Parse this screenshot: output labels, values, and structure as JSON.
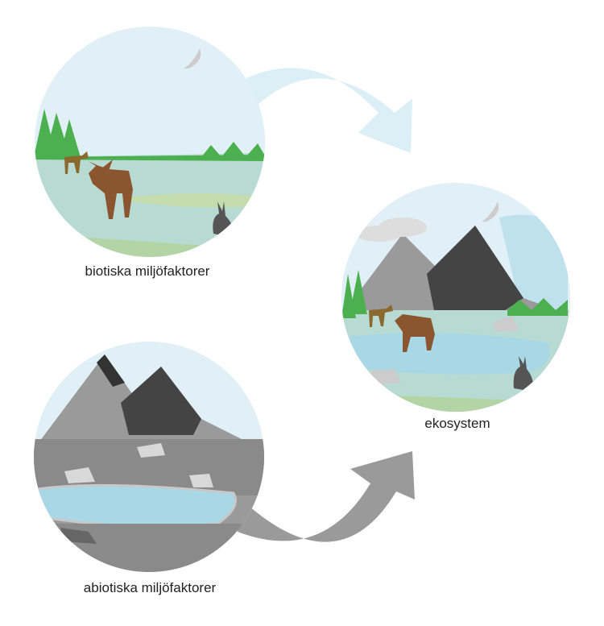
{
  "labels": {
    "biotic": "biotiska miljöfaktorer",
    "abiotic": "abiotiska miljöfaktorer",
    "ecosystem": "ekosystem"
  },
  "colors": {
    "sky": "#e0f0f6",
    "meadow": "#b7dbd2",
    "grass": "#4caf50",
    "moose": "#8b5530",
    "mountain": "#9a9a9a",
    "water": "#a8d8e6",
    "arrow_biotic": "#dceef6",
    "arrow_abiotic": "#999999"
  }
}
